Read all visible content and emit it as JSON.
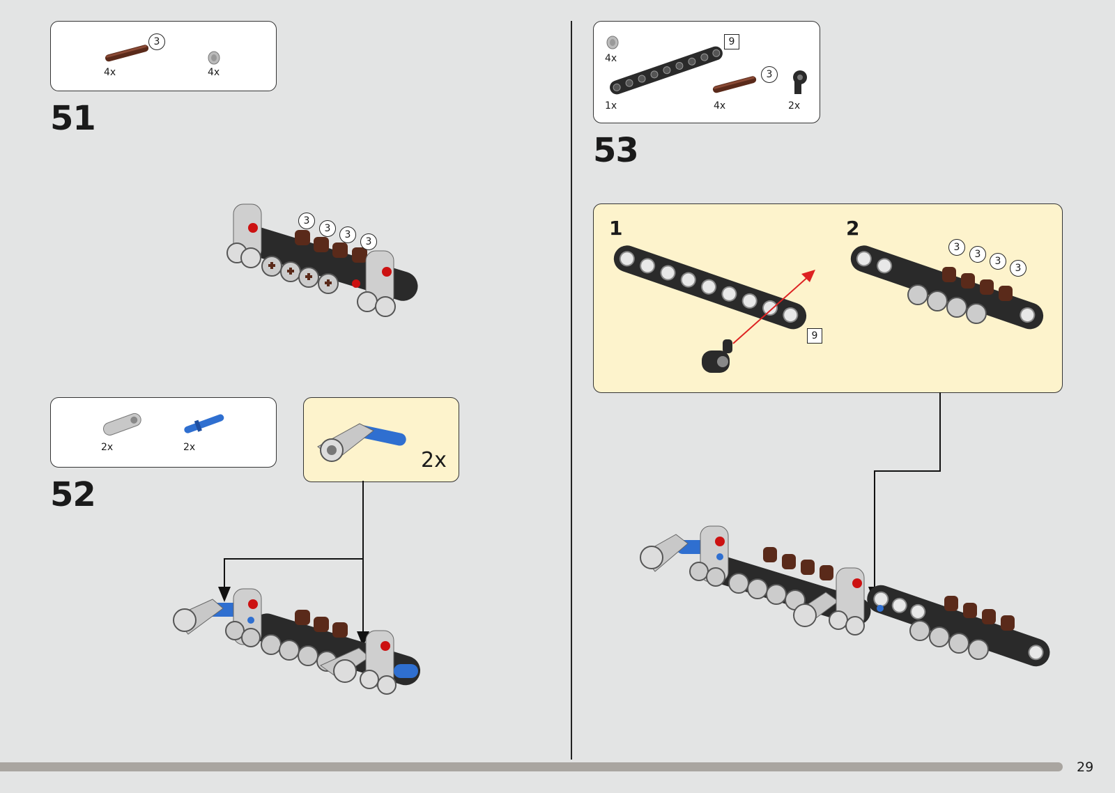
{
  "page_number": "29",
  "colors": {
    "background": "#e3e4e4",
    "callout": "#fdf3cc",
    "beam": "#2a2a2a",
    "pin_brown": "#5a2a1a",
    "axle_blue": "#2f6fd0",
    "grey_part": "#c8c8c8",
    "arrow_red": "#d22"
  },
  "step51": {
    "number": "51",
    "parts": [
      {
        "icon": "brown-axle-pin-icon",
        "qty": "4x",
        "length": "3"
      },
      {
        "icon": "grey-bush-icon",
        "qty": "4x"
      }
    ],
    "assembly_labels": [
      "3",
      "3",
      "3",
      "3"
    ]
  },
  "step52": {
    "number": "52",
    "parts": [
      {
        "icon": "grey-connector-icon",
        "qty": "2x"
      },
      {
        "icon": "blue-axle-pin-icon",
        "qty": "2x"
      }
    ],
    "callout_qty": "2x"
  },
  "step53": {
    "number": "53",
    "parts": [
      {
        "icon": "grey-bush-icon",
        "qty": "4x"
      },
      {
        "icon": "black-beam-icon",
        "qty": "1x",
        "length": "9"
      },
      {
        "icon": "brown-axle-pin-icon",
        "qty": "4x",
        "length": "3"
      },
      {
        "icon": "black-connector-icon",
        "qty": "2x"
      }
    ],
    "substeps": [
      {
        "number": "1",
        "beam_length": "9"
      },
      {
        "number": "2",
        "labels": [
          "3",
          "3",
          "3",
          "3"
        ]
      }
    ]
  }
}
